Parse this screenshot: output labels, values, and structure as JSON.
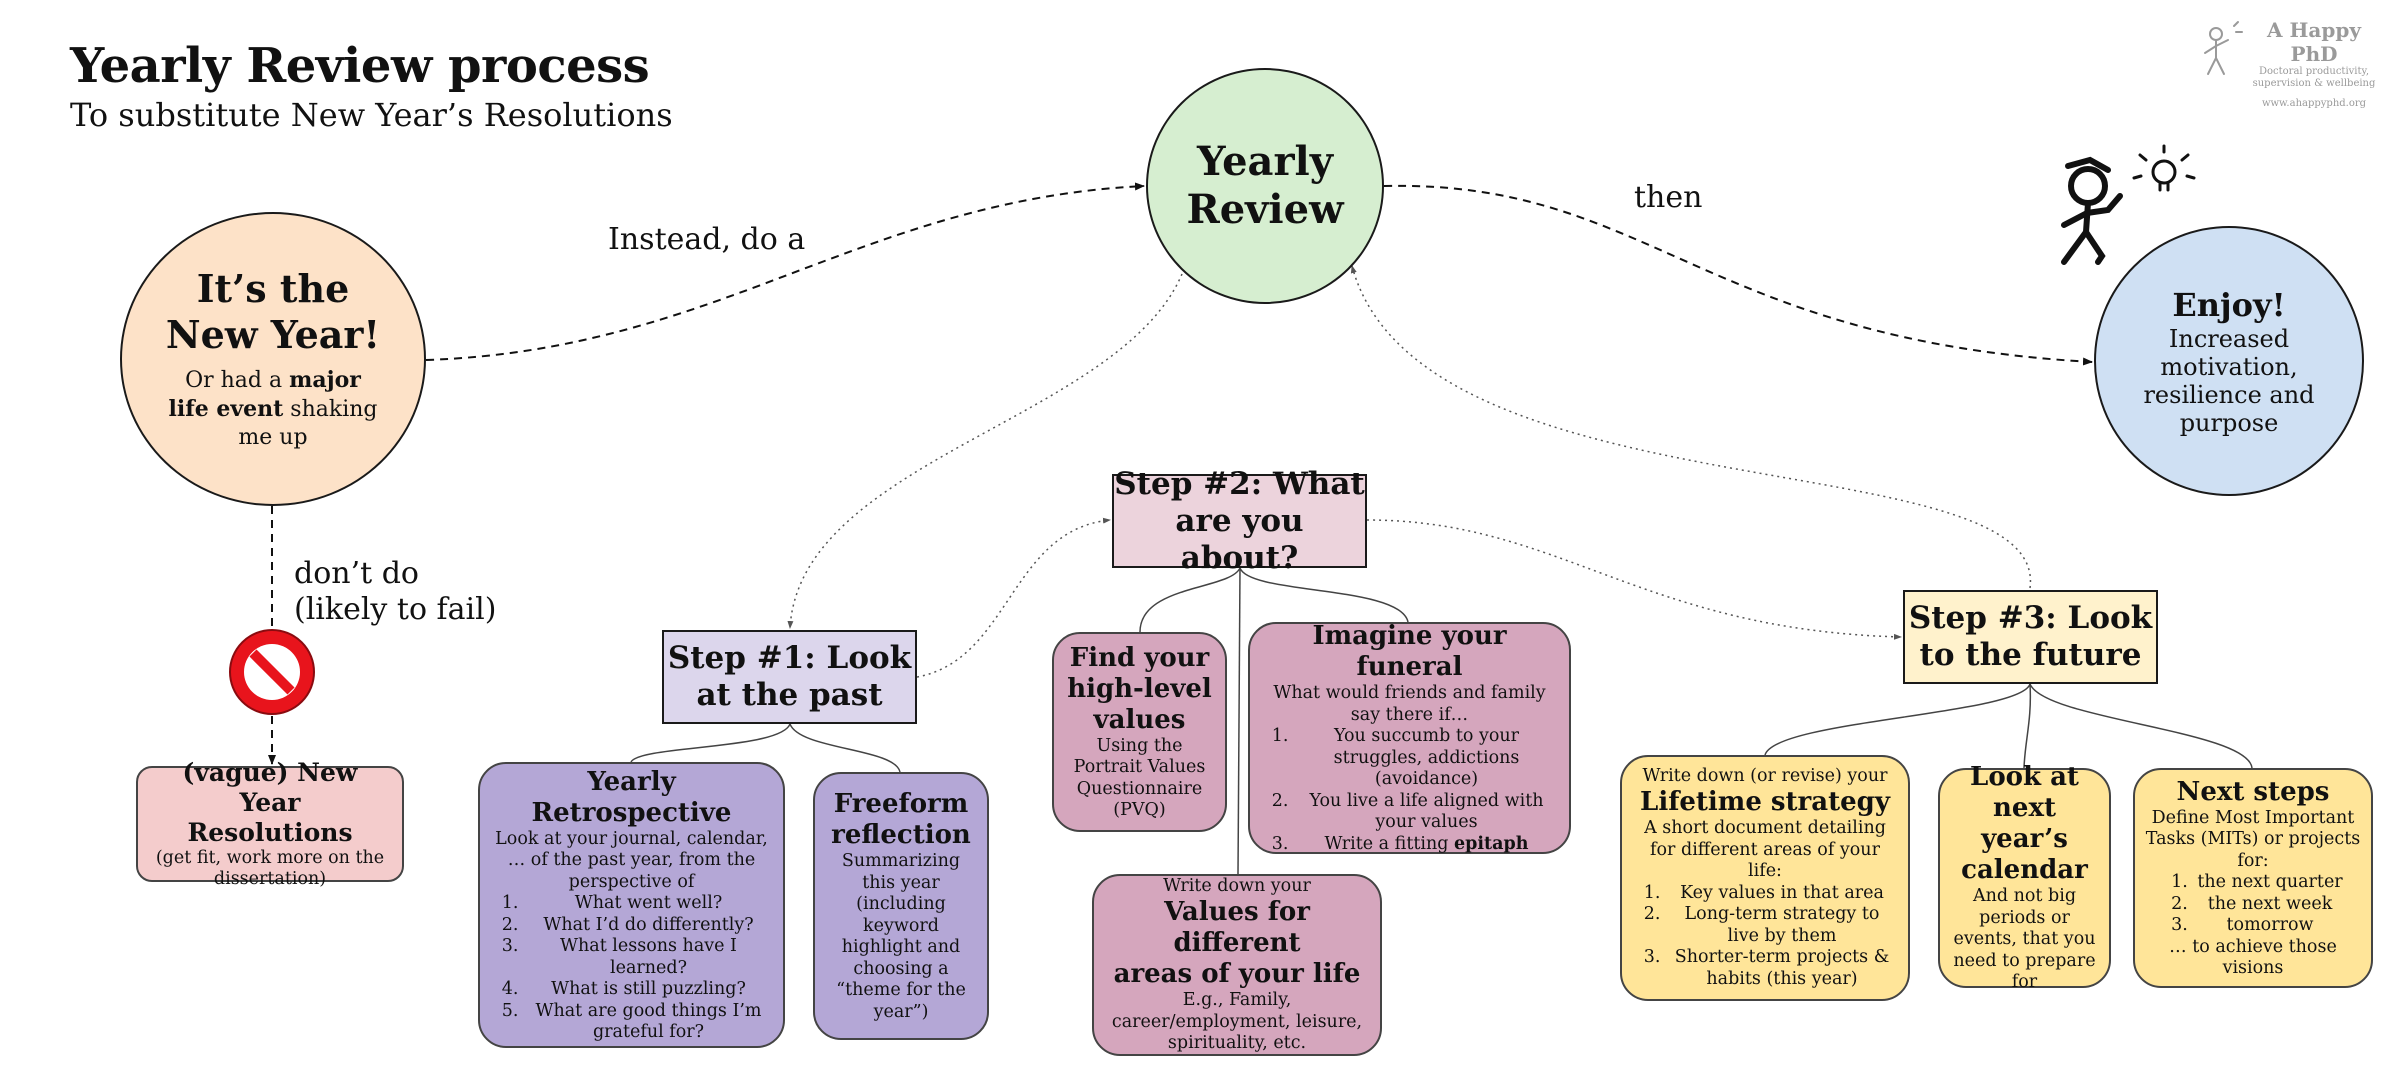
{
  "header": {
    "title": "Yearly Review process",
    "subtitle": "To substitute New Year’s Resolutions"
  },
  "logo": {
    "name": "A Happy PhD",
    "tagline_1": "Doctoral productivity,",
    "tagline_2": "supervision & wellbeing",
    "url": "www.ahappyphd.org"
  },
  "nodes": {
    "new_year": {
      "title_1": "It’s the",
      "title_2": "New Year!",
      "text_1": "Or had a ",
      "bold_1": "major",
      "bold_2": "life event",
      "text_2": " shaking",
      "text_3": "me up"
    },
    "review": {
      "title_1": "Yearly",
      "title_2": "Review"
    },
    "enjoy": {
      "title": "Enjoy!",
      "text_1": "Increased",
      "text_2": "motivation,",
      "text_3": "resilience and",
      "text_4": "purpose"
    },
    "vague": {
      "title_1": "(vague) New Year",
      "title_2": "Resolutions",
      "text_1": "(get fit, work more on the",
      "text_2": "dissertation)"
    }
  },
  "labels": {
    "instead": "Instead, do a",
    "then": "then",
    "dont_1": "don’t do",
    "dont_2": "(likely to fail)"
  },
  "steps": {
    "step1": {
      "line_1": "Step #1: Look",
      "line_2": "at the past"
    },
    "step2": {
      "line_1": "Step #2: What",
      "line_2": "are you about?"
    },
    "step3": {
      "line_1": "Step #3: Look",
      "line_2": "to the future"
    }
  },
  "boxes": {
    "retro": {
      "title": "Yearly Retrospective",
      "intro_1": "Look at your journal, calendar,",
      "intro_2": "… of the past year, from the",
      "intro_3": "perspective of",
      "items": [
        "What went well?",
        "What I’d do differently?",
        "What lessons have I learned?",
        "What is still puzzling?",
        "What are good things I’m grateful for?"
      ]
    },
    "freeform": {
      "title_1": "Freeform",
      "title_2": "reflection",
      "text": "Summarizing this year (including keyword highlight and choosing a “theme for the year”)"
    },
    "find": {
      "title_1": "Find your",
      "title_2": "high-level",
      "title_3": "values",
      "text": "Using the Portrait Values Questionnaire (PVQ)"
    },
    "funeral": {
      "title": "Imagine your funeral",
      "intro": "What would friends and family say there if…",
      "item_1": "You succumb to your struggles, addictions (avoidance)",
      "item_2": "You live a life aligned with your values",
      "item_3_text": "Write a fitting ",
      "item_3_bold": "epitaph"
    },
    "values": {
      "pre": "Write down your",
      "title_1": "Values for different",
      "title_2": "areas of your life",
      "text_1": "E.g., Family,",
      "text_2": "career/employment, leisure,",
      "text_3": "spirituality, etc."
    },
    "lifetime": {
      "pre": "Write down (or revise) your",
      "title": "Lifetime strategy",
      "intro_1": "A short document detailing",
      "intro_2": "for different areas of your life:",
      "items": [
        "Key values in that area",
        "Long-term strategy to live by them",
        "Shorter-term projects & habits (this year)"
      ]
    },
    "calendar": {
      "title_1": "Look at",
      "title_2": "next year’s",
      "title_3": "calendar",
      "text": "And not big periods or events, that you need to prepare for"
    },
    "next": {
      "title": "Next steps",
      "intro": "Define Most Important Tasks (MITs) or projects for:",
      "items": [
        "the next quarter",
        "the next week",
        "tomorrow"
      ],
      "outro": "… to achieve those visions"
    }
  },
  "colors": {
    "new_year_fill": "#fde2c8",
    "review_fill": "#d6eed0",
    "enjoy_fill": "#cfe0f3",
    "step1_fill": "#dcd6ec",
    "step2_fill": "#ecd3dc",
    "step3_fill": "#fff2cc",
    "purple_box": "#b4a7d6",
    "pink_box": "#d5a6bd",
    "yellow_box": "#ffe599",
    "vague_box": "#f4cccc",
    "no_sign": "#e8141c"
  }
}
